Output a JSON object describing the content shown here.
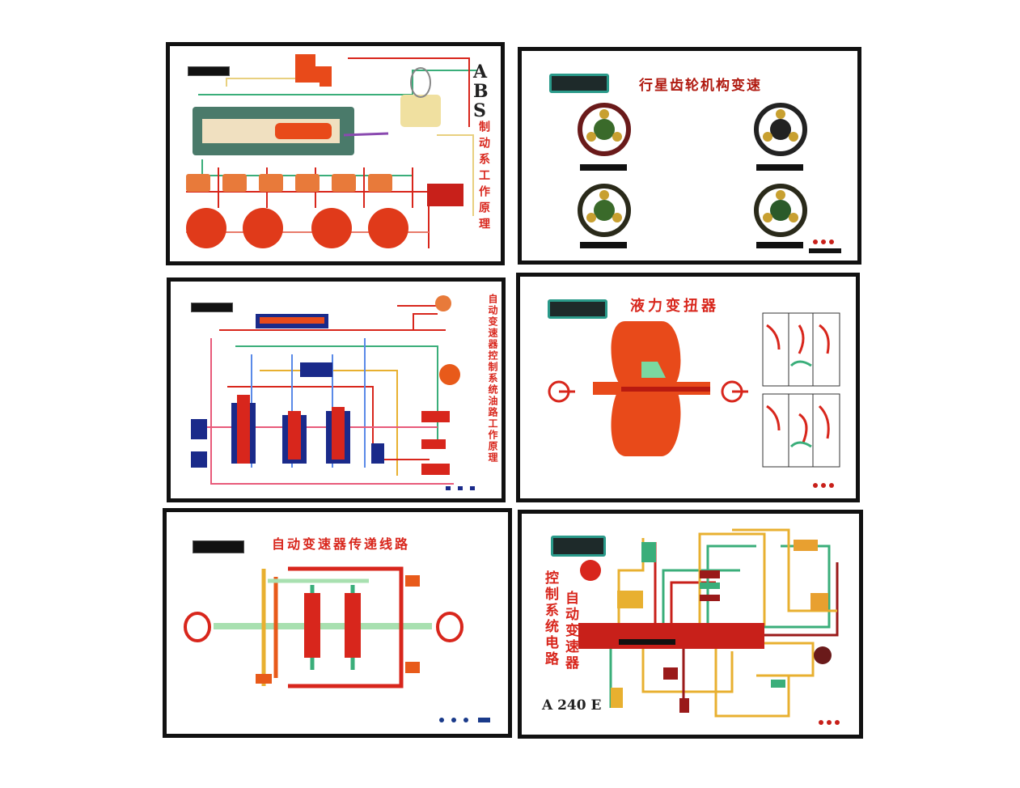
{
  "boards": [
    {
      "title_latin": "ABS",
      "title": "制动系工作原理"
    },
    {
      "title": "行星齿轮机构变速"
    },
    {
      "title": "自动变速器控制系统油路工作原理"
    },
    {
      "title": "液力变扭器"
    },
    {
      "title": "自动变速器传递线路"
    },
    {
      "title_col1": "控制系统电路",
      "title_col2": "自动变速器",
      "model": "A 240 E"
    }
  ],
  "colors": {
    "red": "#d8261c",
    "orange": "#e85a1a",
    "green": "#3aae7a",
    "yellow": "#e8b030",
    "dark_red": "#9a1a1a",
    "border": "#111111"
  }
}
